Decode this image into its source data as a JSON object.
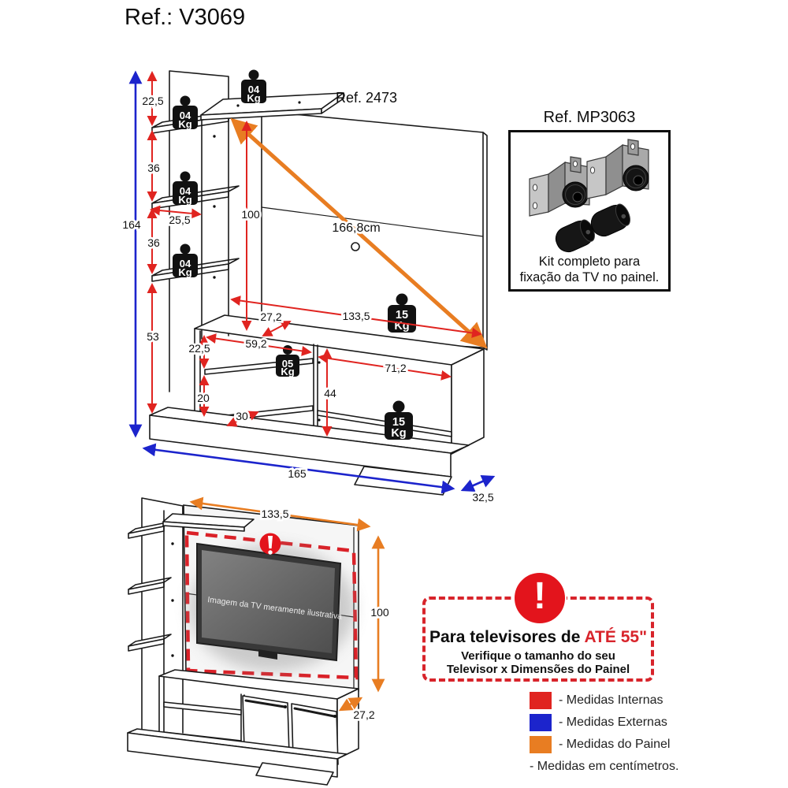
{
  "page": {
    "title": "Ref.: V3069"
  },
  "colors": {
    "internal_measure": "#e02420",
    "external_measure": "#1c24cc",
    "panel_measure": "#e87d22",
    "warning_red": "#e3141c",
    "line_black": "#1a1a1a"
  },
  "top": {
    "ref_label": "Ref. 2473",
    "m164": "164",
    "m22_5": "22,5",
    "m36a": "36",
    "m36b": "36",
    "m25_5": "25,5",
    "m53": "53",
    "m100": "100",
    "diag": "166,8cm",
    "m133_5": "133,5",
    "m27_2": "27,2",
    "m59_2": "59,2",
    "m22_5b": "22,5",
    "m20": "20",
    "m30": "30",
    "m44": "44",
    "m71_2": "71,2",
    "m165": "165",
    "m32_5": "32,5"
  },
  "weights": {
    "w04": "04",
    "w05": "05",
    "w15": "15",
    "kg": "Kg"
  },
  "kit": {
    "title": "Ref. MP3063",
    "caption1": "Kit completo para",
    "caption2": "fixação da TV no painel."
  },
  "lower": {
    "m133_5": "133,5",
    "m100": "100",
    "m27_2": "27,2",
    "tv_text": "Imagem da TV meramente ilustrativa"
  },
  "warning": {
    "part1": "Para televisores de",
    "part2": "ATÉ 55\"",
    "line2": "Verifique o tamanho do seu",
    "line3": "Televisor x Dimensões do Painel"
  },
  "legend": {
    "items": [
      {
        "label": "- Medidas Internas",
        "color": "#e02420"
      },
      {
        "label": "- Medidas Externas",
        "color": "#1c24cc"
      },
      {
        "label": "- Medidas do Painel",
        "color": "#e87d22"
      }
    ],
    "note": "- Medidas em centímetros."
  }
}
